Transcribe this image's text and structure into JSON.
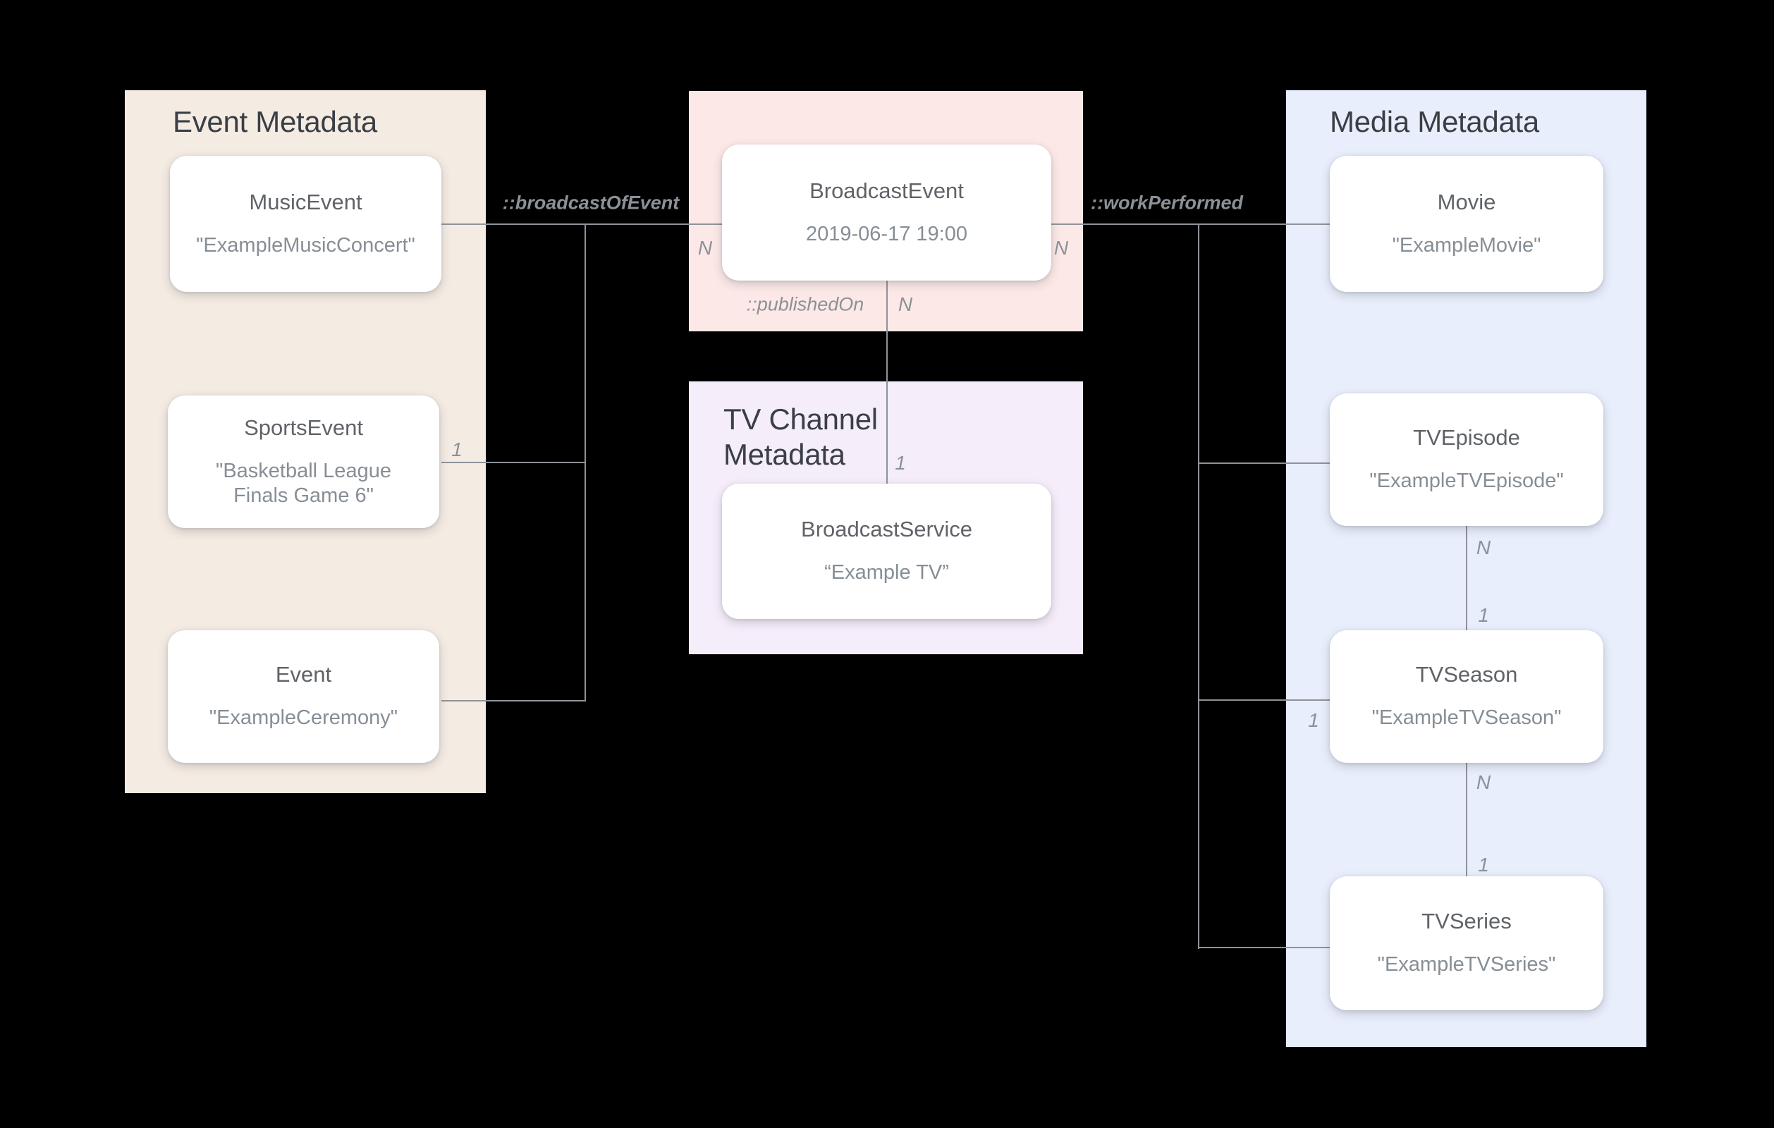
{
  "panels": {
    "event": {
      "title": "Event Metadata"
    },
    "tv_channel": {
      "title_line1": "TV Channel",
      "title_line2": "Metadata"
    },
    "media": {
      "title": "Media Metadata"
    }
  },
  "cards": {
    "music_event": {
      "name": "MusicEvent",
      "value": "\"ExampleMusicConcert\""
    },
    "sports_event": {
      "name": "SportsEvent",
      "value": "\"Basketball League Finals Game 6\""
    },
    "event": {
      "name": "Event",
      "value": "\"ExampleCeremony\""
    },
    "broadcast_event": {
      "name": "BroadcastEvent",
      "value": "2019-06-17 19:00"
    },
    "broadcast_service": {
      "name": "BroadcastService",
      "value": "“Example TV”"
    },
    "movie": {
      "name": "Movie",
      "value": "\"ExampleMovie\""
    },
    "tv_episode": {
      "name": "TVEpisode",
      "value": "\"ExampleTVEpisode\""
    },
    "tv_season": {
      "name": "TVSeason",
      "value": "\"ExampleTVSeason\""
    },
    "tv_series": {
      "name": "TVSeries",
      "value": "\"ExampleTVSeries\""
    }
  },
  "relations": {
    "broadcast_of_event": "::broadcastOfEvent",
    "work_performed": "::workPerformed",
    "published_on": "::publishedOn"
  },
  "cardinalities": {
    "broadcast_left_n": "N",
    "broadcast_right_n": "N",
    "published_on_n": "N",
    "published_on_1": "1",
    "sports_1": "1",
    "season_branch_1": "1",
    "episode_season_n": "N",
    "episode_season_1": "1",
    "season_series_n": "N",
    "season_series_1": "1"
  },
  "colors": {
    "bg": "#000000",
    "event_panel": "#f4ebe3",
    "broadcast_panel": "#fce9e7",
    "tv_channel_panel": "#f5edfa",
    "media_panel": "#e8eefc",
    "card_bg": "#ffffff",
    "line": "#8e9399",
    "title_text": "#3a3f45",
    "card_primary": "#5f6368",
    "card_secondary": "#868e96",
    "label_text": "#8b9198"
  }
}
